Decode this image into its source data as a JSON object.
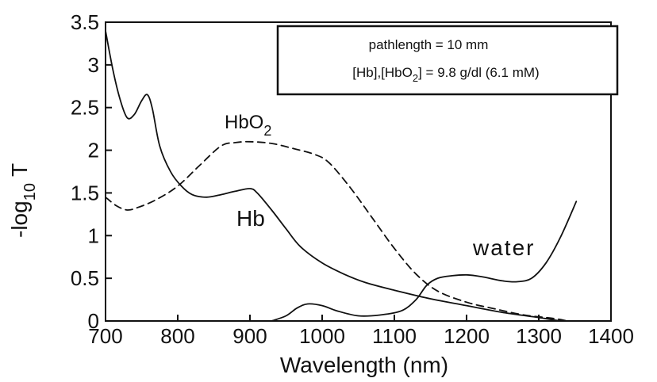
{
  "chart_data": {
    "type": "line",
    "xlabel": "Wavelength  (nm)",
    "ylabel": {
      "main": "-log",
      "sub": "10",
      "tail": "T"
    },
    "xlim": [
      700,
      1400
    ],
    "ylim": [
      0,
      3.5
    ],
    "xticks": [
      "700",
      "800",
      "900",
      "1000",
      "1100",
      "1200",
      "1300",
      "1400"
    ],
    "yticks": [
      "0",
      "0.5",
      "1",
      "1.5",
      "2",
      "2.5",
      "3",
      "3.5"
    ],
    "annotation": {
      "line1": "pathlength = 10 mm",
      "line2_pre": "[Hb],[HbO",
      "line2_sub": "2",
      "line2_post": "]  =  9.8  g/dl  (6.1  mM)"
    },
    "series": [
      {
        "name": "Hb",
        "style": "solid",
        "color": "#111111",
        "x": [
          700,
          710,
          720,
          730,
          740,
          750,
          758,
          765,
          775,
          790,
          805,
          820,
          840,
          860,
          880,
          900,
          910,
          930,
          950,
          970,
          1000,
          1030,
          1060,
          1100,
          1150,
          1200,
          1250,
          1300,
          1330
        ],
        "y": [
          3.4,
          2.95,
          2.6,
          2.38,
          2.42,
          2.58,
          2.65,
          2.48,
          2.05,
          1.75,
          1.58,
          1.48,
          1.45,
          1.48,
          1.52,
          1.55,
          1.5,
          1.3,
          1.08,
          0.87,
          0.68,
          0.55,
          0.45,
          0.36,
          0.26,
          0.18,
          0.1,
          0.04,
          0.0
        ]
      },
      {
        "name": "HbO",
        "name_sub": "2",
        "style": "dashed",
        "color": "#111111",
        "x": [
          700,
          715,
          730,
          745,
          770,
          800,
          830,
          860,
          880,
          900,
          930,
          960,
          990,
          1010,
          1040,
          1070,
          1100,
          1130,
          1160,
          1200,
          1240,
          1280,
          1320,
          1340
        ],
        "y": [
          1.45,
          1.35,
          1.3,
          1.33,
          1.42,
          1.58,
          1.82,
          2.05,
          2.09,
          2.1,
          2.08,
          2.02,
          1.95,
          1.85,
          1.55,
          1.2,
          0.85,
          0.55,
          0.35,
          0.22,
          0.14,
          0.07,
          0.03,
          0.0
        ]
      },
      {
        "name": "water",
        "style": "solid",
        "color": "#111111",
        "x": [
          930,
          950,
          965,
          980,
          1000,
          1020,
          1050,
          1080,
          1110,
          1130,
          1145,
          1160,
          1180,
          1200,
          1220,
          1250,
          1270,
          1290,
          1310,
          1330,
          1352
        ],
        "y": [
          0.0,
          0.06,
          0.15,
          0.2,
          0.18,
          0.12,
          0.06,
          0.07,
          0.12,
          0.25,
          0.42,
          0.5,
          0.53,
          0.54,
          0.52,
          0.47,
          0.46,
          0.5,
          0.68,
          0.98,
          1.4
        ]
      }
    ],
    "legend": "none",
    "grid": false
  }
}
